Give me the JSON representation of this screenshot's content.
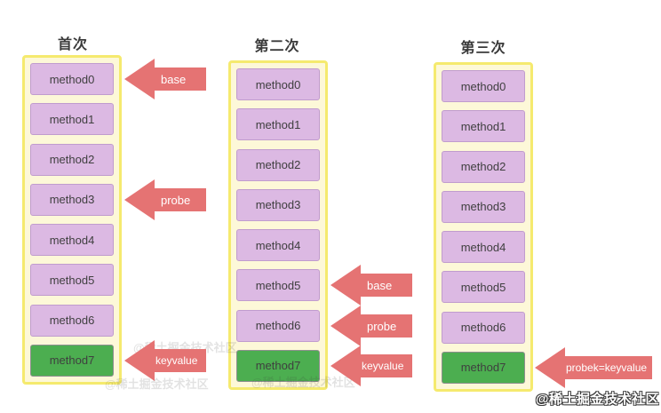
{
  "diagram": {
    "description": "binary search over sorted method list, three iterations",
    "colors": {
      "container_fill": "#fdf8d8",
      "container_border": "#f5ea6e",
      "box_fill": "#dcb9e3",
      "box_border": "#c09cce",
      "highlight_fill": "#4cae50",
      "arrow": "#e57373",
      "text": "#3f3f3f"
    },
    "columns": [
      {
        "title": "首次",
        "methods": [
          "method0",
          "method1",
          "method2",
          "method3",
          "method4",
          "method5",
          "method6",
          "method7"
        ],
        "highlighted_method": "method7",
        "arrows": [
          {
            "label": "base",
            "target": "method0"
          },
          {
            "label": "probe",
            "target": "method3"
          },
          {
            "label": "keyvalue",
            "target": "method7"
          }
        ]
      },
      {
        "title": "第二次",
        "methods": [
          "method0",
          "method1",
          "method2",
          "method3",
          "method4",
          "method5",
          "method6",
          "method7"
        ],
        "highlighted_method": "method7",
        "arrows": [
          {
            "label": "base",
            "target": "method5"
          },
          {
            "label": "probe",
            "target": "method6"
          },
          {
            "label": "keyvalue",
            "target": "method7"
          }
        ]
      },
      {
        "title": "第三次",
        "methods": [
          "method0",
          "method1",
          "method2",
          "method3",
          "method4",
          "method5",
          "method6",
          "method7"
        ],
        "highlighted_method": "method7",
        "arrows": [
          {
            "label": "probek=keyvalue",
            "target": "method7"
          }
        ]
      }
    ],
    "watermark": "@稀土掘金技术社区",
    "faint_watermark": "@稀土掘金技术社区"
  }
}
